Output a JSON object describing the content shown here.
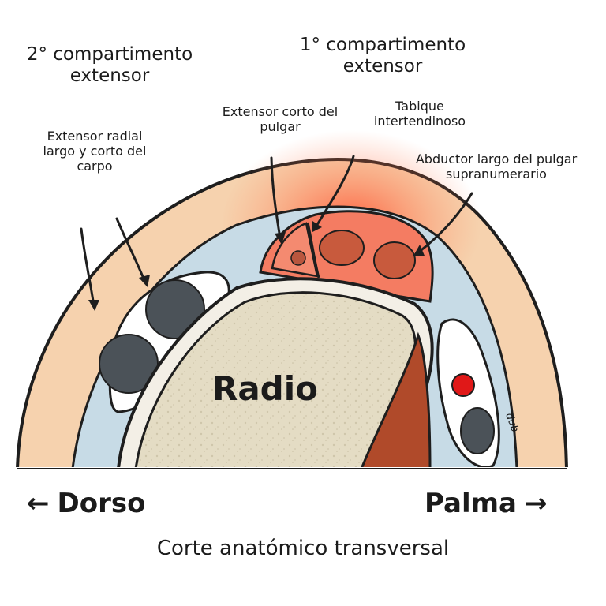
{
  "labels": {
    "second_compartment": "2° compartimento extensor",
    "first_compartment": "1° compartimento extensor",
    "ecrl_ecrb": "Extensor radial largo y corto del carpo",
    "epb": "Extensor corto del pulgar",
    "septum": "Tabique intertendinoso",
    "apl_supra": "Abductor largo del pulgar supranumerario",
    "bone": "Radio",
    "dorsal": "Dorso",
    "palmar": "Palma",
    "caption": "Corte anatómico transversal",
    "signature": "dub"
  },
  "arrows": {
    "left": "←",
    "right": "→"
  },
  "colors": {
    "skin": "#f6d2ae",
    "fascia": "#c7dbe6",
    "sheath": "#ffffff",
    "tendon": "#495057",
    "bone": "#e4dcc4",
    "inflamed": "#f08066",
    "muscle": "#b04a2a",
    "vessel": "#e01818",
    "outline": "#1e1e1e"
  }
}
